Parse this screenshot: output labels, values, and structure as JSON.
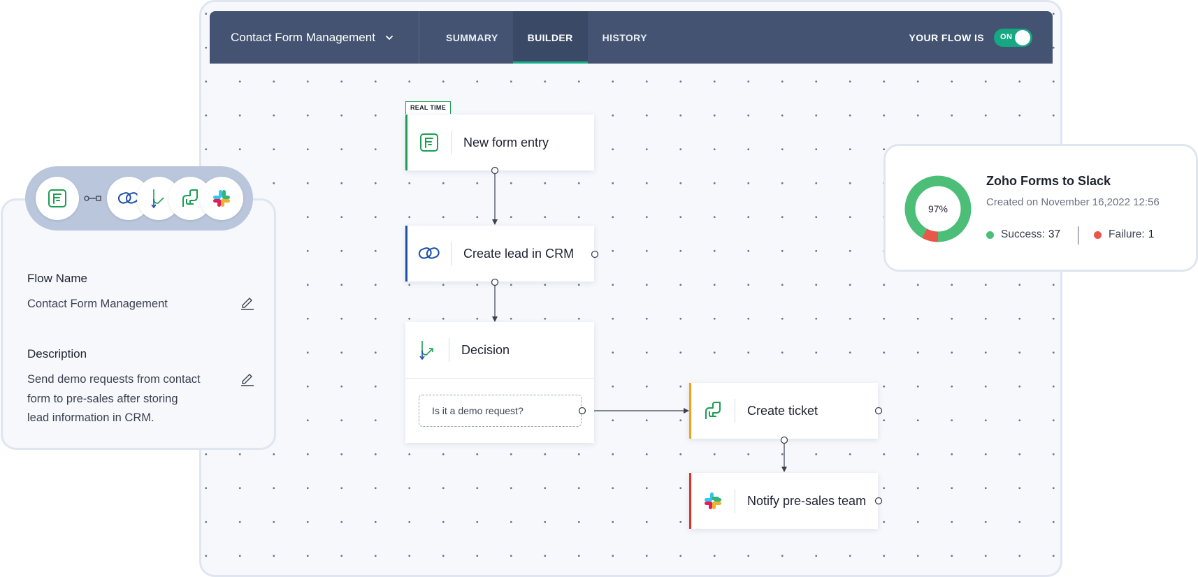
{
  "header": {
    "flow_selector": "Contact Form Management",
    "tabs": [
      {
        "label": "SUMMARY",
        "active": false
      },
      {
        "label": "BUILDER",
        "active": true
      },
      {
        "label": "HISTORY",
        "active": false
      }
    ],
    "status_label": "YOUR FLOW IS",
    "toggle_label": "ON",
    "toggle_on": true
  },
  "canvas": {
    "trigger_badge": "REAL TIME",
    "nodes": {
      "trigger": {
        "label": "New form entry",
        "icon": "zoho-forms-icon",
        "accent": "#1b9e52"
      },
      "crm": {
        "label": "Create lead in CRM",
        "icon": "zoho-crm-icon",
        "accent": "#1e4fa8"
      },
      "decision": {
        "label": "Decision",
        "icon": "decision-branch-icon",
        "condition": "Is it a demo request?"
      },
      "ticket": {
        "label": "Create ticket",
        "icon": "zoho-desk-icon",
        "accent": "#f0a21c"
      },
      "slack": {
        "label": "Notify pre-sales team",
        "icon": "slack-icon",
        "accent": "#e0302a"
      }
    }
  },
  "details_panel": {
    "app_chain": [
      "zoho-forms-icon",
      "zoho-crm-icon",
      "decision-branch-icon",
      "zoho-desk-icon",
      "slack-icon"
    ],
    "flow_name_heading": "Flow Name",
    "flow_name_value": "Contact Form Management",
    "description_heading": "Description",
    "description_lines": [
      "Send demo requests from contact",
      "form to pre-sales after storing",
      "lead information in CRM."
    ]
  },
  "stats_card": {
    "title": "Zoho Forms to Slack",
    "created": "Created on November 16,2022 12:56",
    "success_rate": "97%",
    "success_fraction": 0.97,
    "success_label": "Success:",
    "success_count": "37",
    "failure_label": "Failure:",
    "failure_count": "1",
    "colors": {
      "success": "#4cbe77",
      "failure": "#e8574a"
    }
  }
}
